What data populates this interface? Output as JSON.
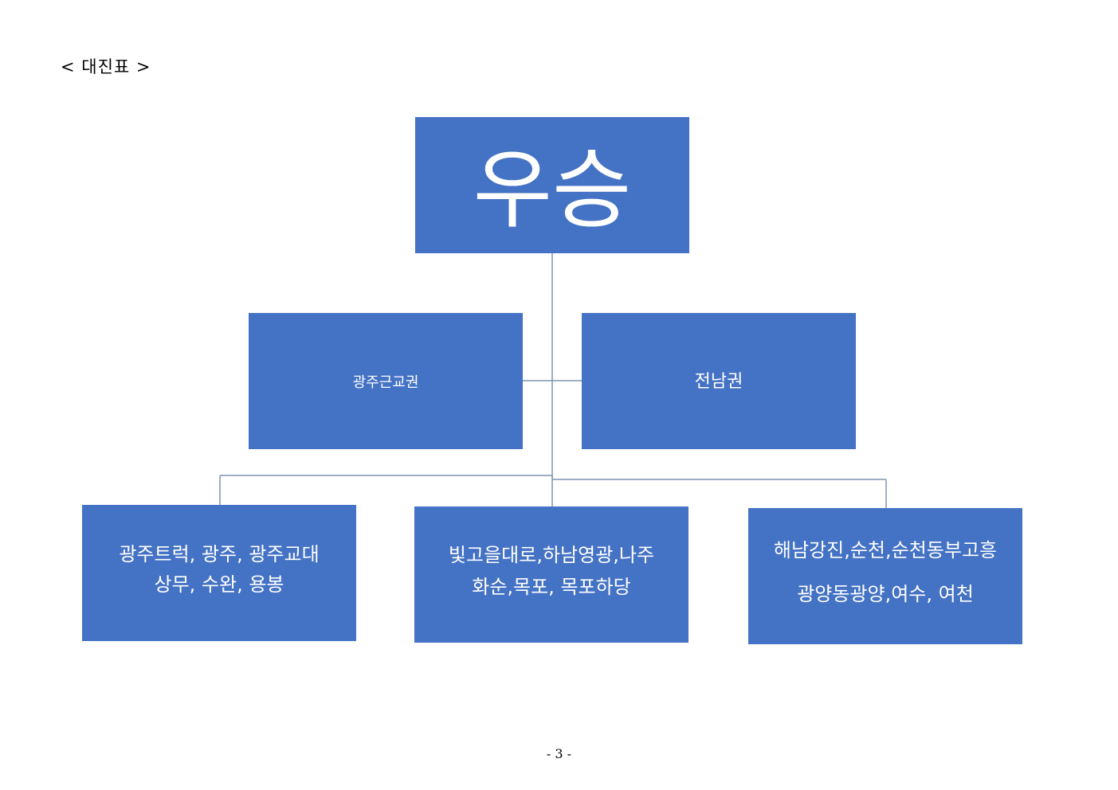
{
  "heading": "< 대진표 >",
  "champion": {
    "label": "우승"
  },
  "regions": [
    {
      "label": "광주근교권"
    },
    {
      "label": "전남권"
    }
  ],
  "teams": [
    {
      "lines": [
        "광주트럭, 광주, 광주교대",
        "상무, 수완, 용봉"
      ]
    },
    {
      "lines": [
        "빛고을대로,하남영광,나주",
        "화순,목포, 목포하당"
      ]
    },
    {
      "lines": [
        "해남강진,순천,순천동부고흥",
        "광양동광양,여수, 여천"
      ]
    }
  ],
  "page_number": "- 3 -",
  "colors": {
    "box_fill": "#4472c4",
    "box_text": "#ffffff",
    "connector": "#7f93b0"
  }
}
